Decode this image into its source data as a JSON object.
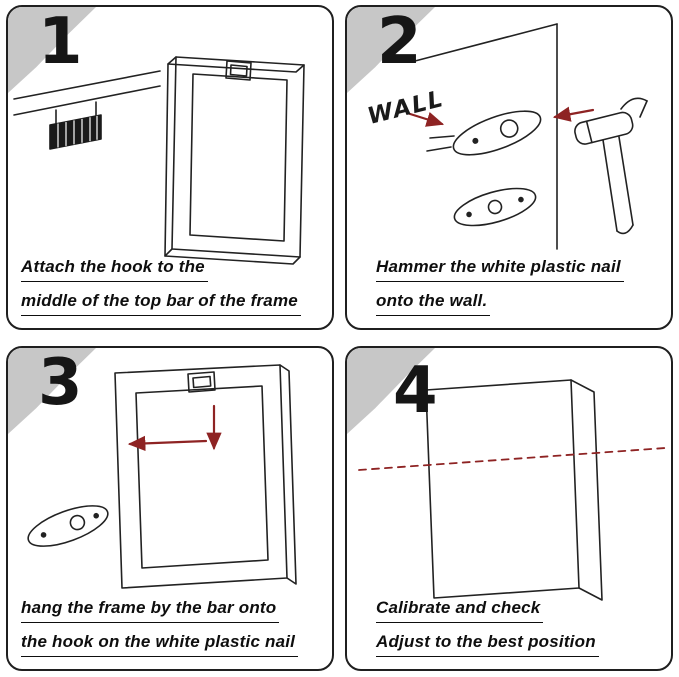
{
  "colors": {
    "line": "#222222",
    "accent_red": "#8e2323",
    "corner_gray": "#c7c7c7"
  },
  "panels": [
    {
      "number": "1",
      "caption_lines": [
        "Attach the hook to the",
        "middle of the top bar of the frame"
      ]
    },
    {
      "number": "2",
      "wall_label": "WALL",
      "caption_lines": [
        "Hammer the white plastic nail",
        "onto the wall."
      ]
    },
    {
      "number": "3",
      "caption_lines": [
        "hang the frame by the bar onto",
        "the hook on the white plastic nail"
      ]
    },
    {
      "number": "4",
      "caption_lines": [
        "Calibrate and check",
        "Adjust to the best position"
      ]
    }
  ]
}
